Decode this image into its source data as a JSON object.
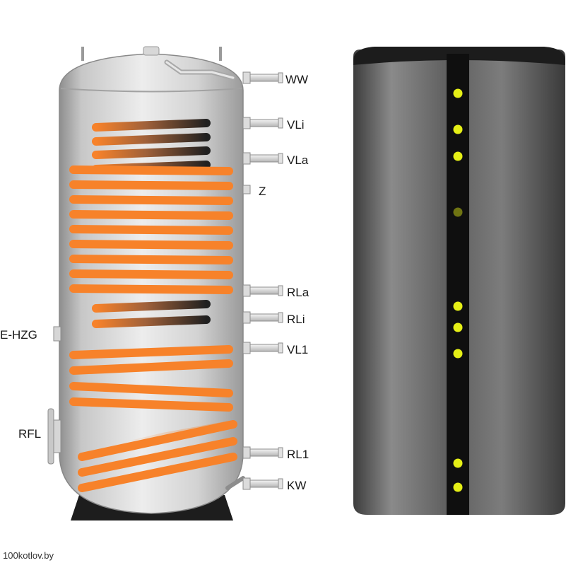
{
  "connections_right": [
    "WW",
    "VLi",
    "VLa",
    "Z",
    "RLa",
    "RLi",
    "VL1",
    "RL1",
    "KW"
  ],
  "connections_left": [
    "E-HZG",
    "RFL"
  ],
  "watermark": "100kotlov.by",
  "colors": {
    "coil": "#f7822a",
    "tank_steel": "#c9c9c9",
    "insulated_shell": "#6b6b6b",
    "seam": "#0f0f0f",
    "marker": "#e5ef16"
  }
}
